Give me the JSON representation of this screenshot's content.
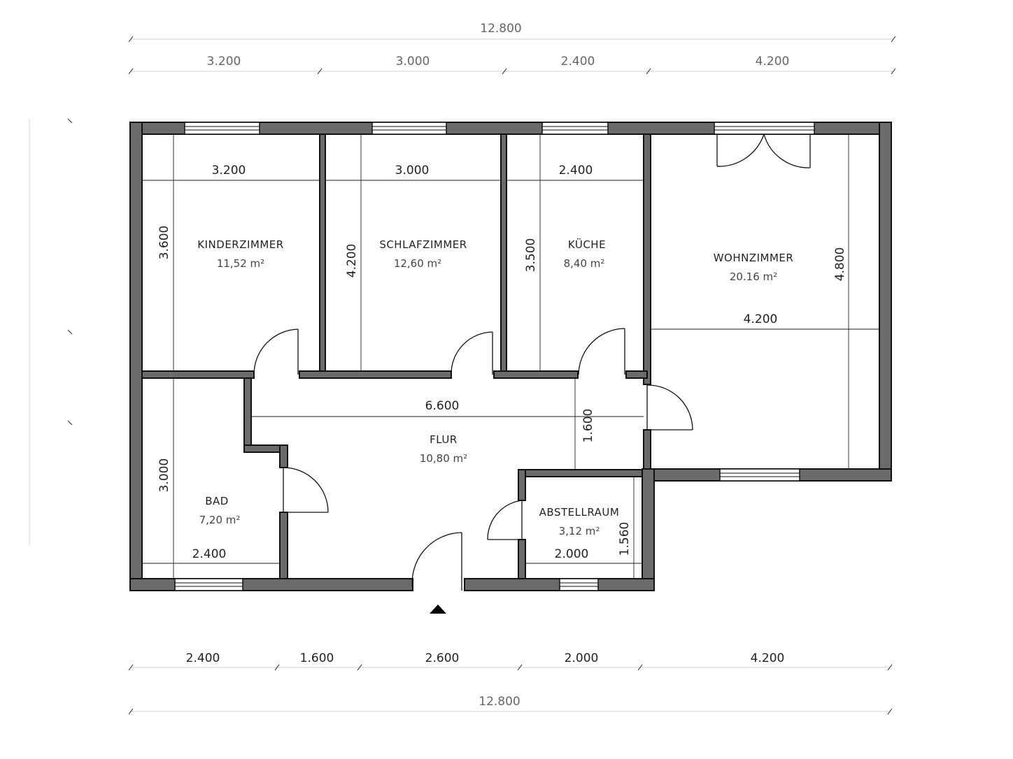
{
  "colors": {
    "wall": "#6b6b6b",
    "line": "#111111",
    "background": "#ffffff"
  },
  "dimensions": {
    "top_total": "12.800",
    "top_segments": [
      "3.200",
      "3.000",
      "2.400",
      "4.200"
    ],
    "bottom_segments": [
      "2.400",
      "1.600",
      "2.600",
      "2.000",
      "4.200"
    ],
    "bottom_total": "12.800"
  },
  "rooms": {
    "kinderzimmer": {
      "name": "KINDERZIMMER",
      "area": "11,52 m²",
      "width": "3.200",
      "height": "3.600"
    },
    "schlafzimmer": {
      "name": "SCHLAFZIMMER",
      "area": "12,60 m²",
      "width": "3.000",
      "height": "4.200"
    },
    "kueche": {
      "name": "KÜCHE",
      "area": "8,40 m²",
      "width": "2.400",
      "height": "3.500"
    },
    "wohnzimmer": {
      "name": "WOHNZIMMER",
      "area": "20.16 m²",
      "width": "4.200",
      "height": "4.800"
    },
    "flur": {
      "name": "FLUR",
      "area": "10,80 m²",
      "width": "6.600",
      "height": "1.600"
    },
    "bad": {
      "name": "BAD",
      "area": "7,20 m²",
      "width": "2.400",
      "height": "3.000"
    },
    "abstellraum": {
      "name": "ABSTELLRAUM",
      "area": "3,12 m²",
      "width": "2.000",
      "height": "1.560"
    }
  },
  "icons": {
    "entrance": "entrance-arrow-icon"
  }
}
